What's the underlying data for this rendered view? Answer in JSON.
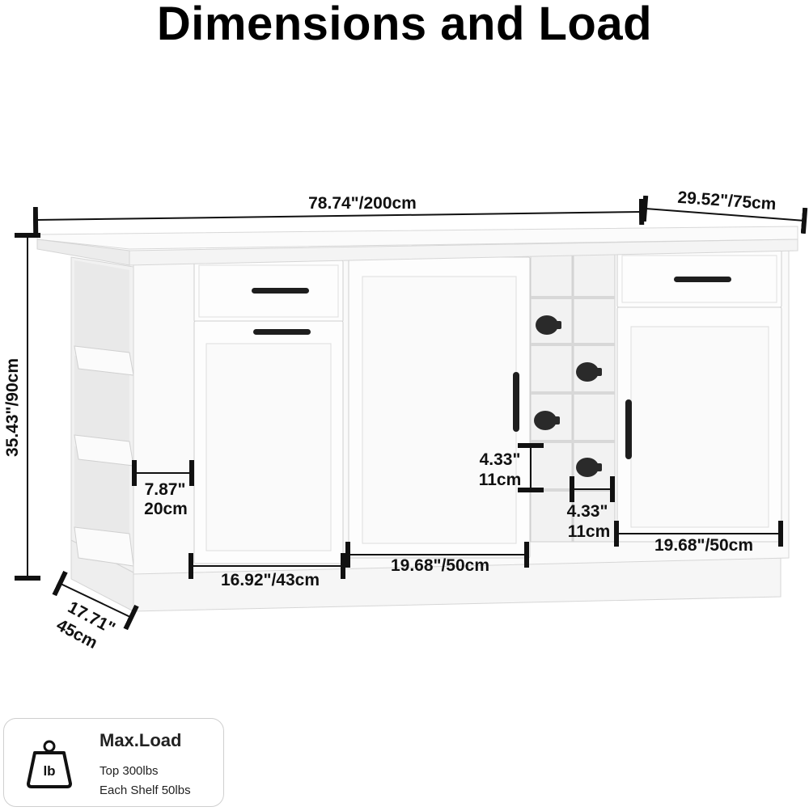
{
  "title": "Dimensions and Load",
  "dimensions": {
    "width": "78.74\"/200cm",
    "depth_top": "29.52\"/75cm",
    "height": "35.43\"/90cm",
    "depth_side_a": "17.71\"",
    "depth_side_b": "45cm",
    "shelf_depth_a": "7.87\"",
    "shelf_depth_b": "20cm",
    "left_cabinet_width": "16.92\"/43cm",
    "middle_cabinet_width": "19.68\"/50cm",
    "right_cabinet_width": "19.68\"/50cm",
    "wine_cell_height_a": "4.33\"",
    "wine_cell_height_b": "11cm",
    "wine_cell_width_a": "4.33\"",
    "wine_cell_width_b": "11cm"
  },
  "max_load": {
    "icon": "weight-lb-icon",
    "icon_label": "lb",
    "title": "Max.Load",
    "top": "Top 300lbs",
    "shelf": "Each Shelf 50lbs"
  }
}
